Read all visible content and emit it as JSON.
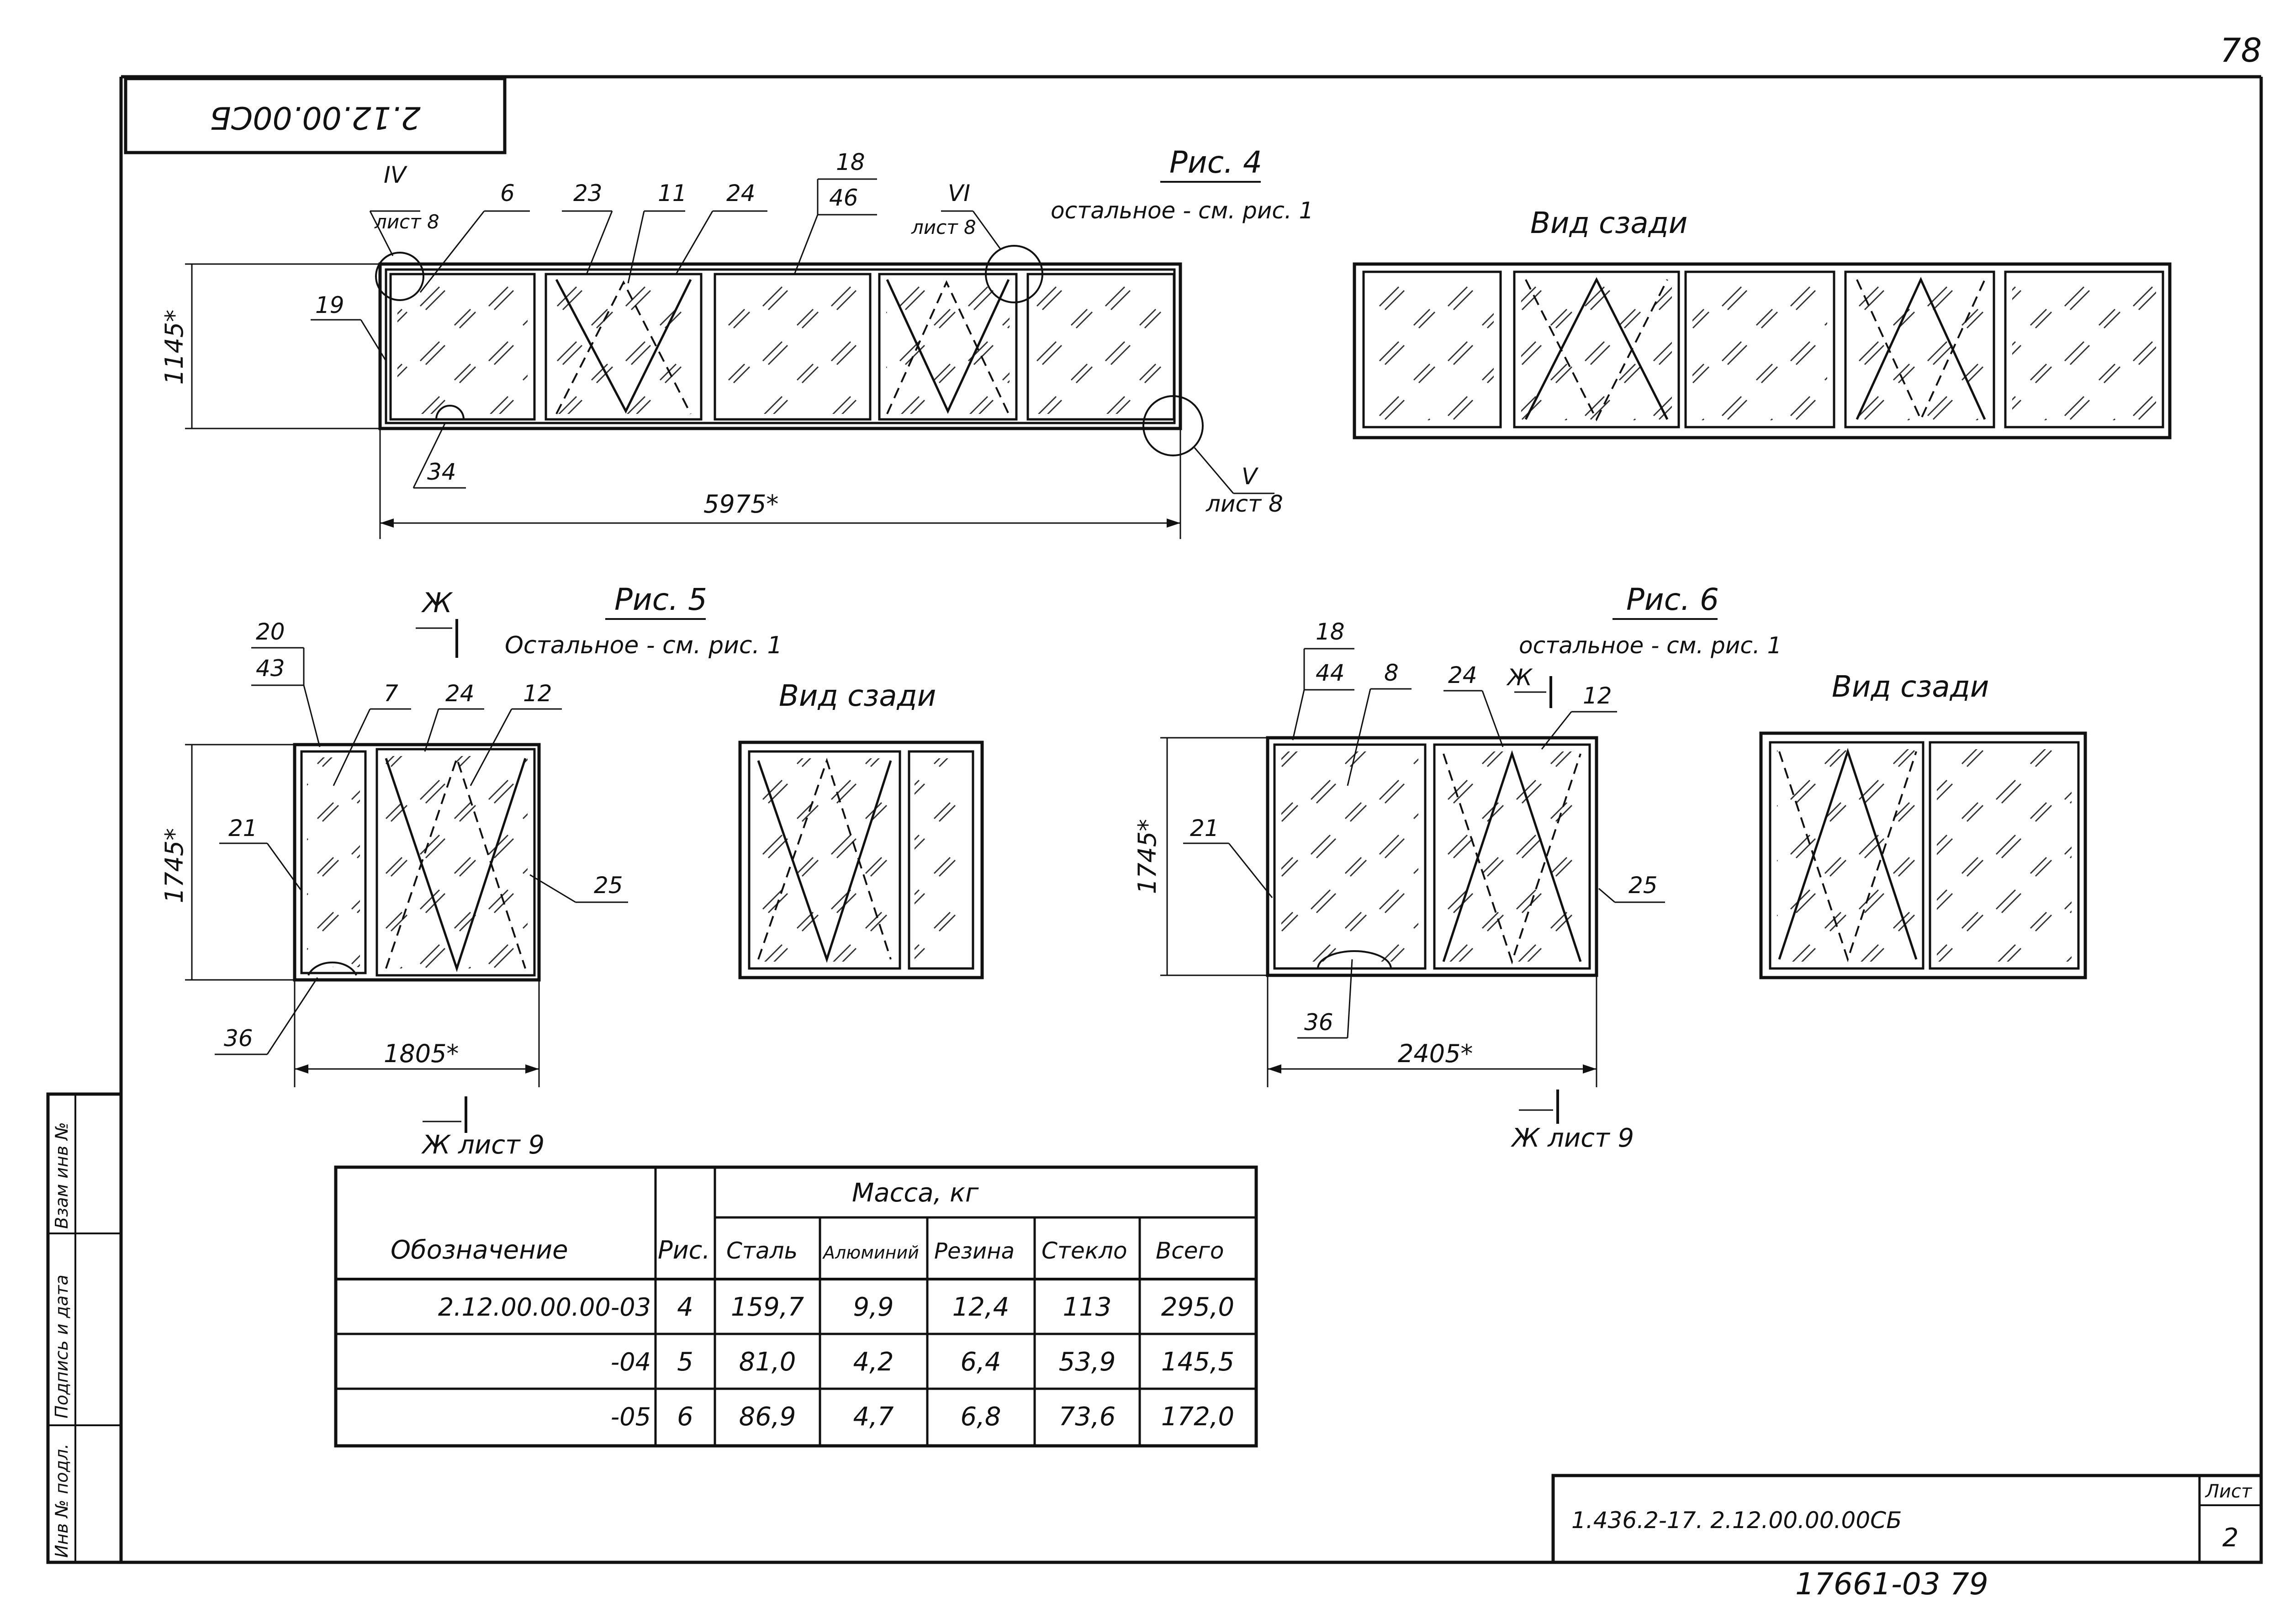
{
  "page_number": "78",
  "top_stamp": "2.12.00.00СБ",
  "fig4": {
    "title": "Рис. 4",
    "note": "остальное - см. рис. 1",
    "rear_view": "Вид сзади",
    "width_dim": "5975*",
    "height_dim": "1145*",
    "callouts": {
      "c6": "6",
      "c23": "23",
      "c11": "11",
      "c24": "24",
      "c18": "18",
      "c46": "46",
      "c19": "19",
      "c34": "34",
      "node_iv": "IV",
      "node_iv_sheet": "лист 8",
      "node_vi": "VI",
      "node_vi_sheet": "лист 8",
      "node_v": "V",
      "node_v_sheet": "лист 8"
    }
  },
  "fig5": {
    "title": "Рис. 5",
    "note": "Остальное - см. рис. 1",
    "rear_view": "Вид сзади",
    "width_dim": "1805*",
    "height_dim": "1745*",
    "section_mark": "Ж",
    "section_ref": "Ж лист 9",
    "callouts": {
      "c20": "20",
      "c43": "43",
      "c7": "7",
      "c24": "24",
      "c12": "12",
      "c21": "21",
      "c25": "25",
      "c36": "36"
    }
  },
  "fig6": {
    "title": "Рис. 6",
    "note": "остальное - см. рис. 1",
    "rear_view": "Вид сзади",
    "width_dim": "2405*",
    "height_dim": "1745*",
    "section_mark": "Ж",
    "section_ref": "Ж лист 9",
    "callouts": {
      "c18": "18",
      "c44": "44",
      "c8": "8",
      "c24": "24",
      "c12": "12",
      "c21": "21",
      "c25": "25",
      "c36": "36"
    }
  },
  "mass_table": {
    "group_header": "Масса, кг",
    "col_designation": "Обозначение",
    "col_fig": "Рис.",
    "cols": [
      "Сталь",
      "Алюминий",
      "Резина",
      "Стекло",
      "Всего"
    ],
    "rows": [
      {
        "designation": "2.12.00.00.00-03",
        "fig": "4",
        "values": [
          "159,7",
          "9,9",
          "12,4",
          "113",
          "295,0"
        ]
      },
      {
        "designation": "-04",
        "fig": "5",
        "values": [
          "81,0",
          "4,2",
          "6,4",
          "53,9",
          "145,5"
        ]
      },
      {
        "designation": "-05",
        "fig": "6",
        "values": [
          "86,9",
          "4,7",
          "6,8",
          "73,6",
          "172,0"
        ]
      }
    ]
  },
  "side_stamp": [
    "Инв № подл.",
    "Подпись и дата",
    "Взам инв №"
  ],
  "title_block": {
    "code": "1.436.2-17. 2.12.00.00.00СБ",
    "sheet_label": "Лист",
    "sheet_no": "2"
  },
  "bottom_stamp": "17661-03 79"
}
